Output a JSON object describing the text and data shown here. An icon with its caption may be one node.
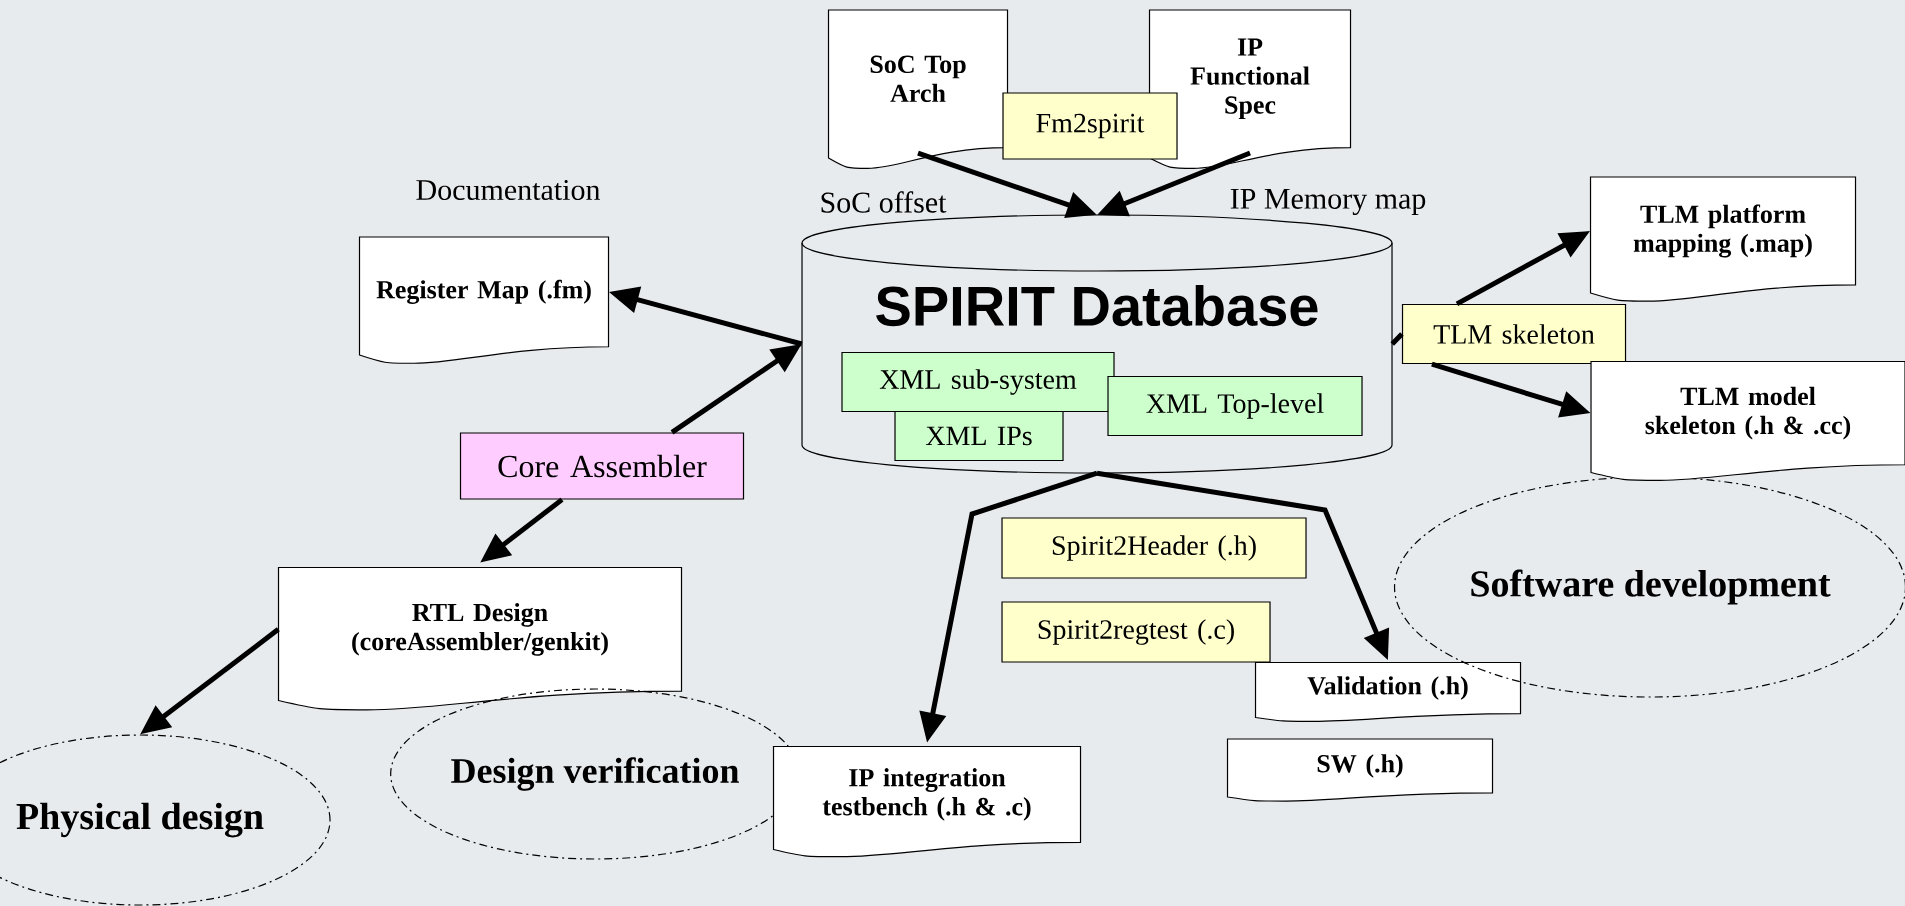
{
  "diagram": {
    "nodes": [
      {
        "text": [
          "SoC Top Arch"
        ]
      },
      {
        "text": [
          "IP Functional Spec"
        ]
      },
      {
        "text": [
          "Fm2spirit"
        ]
      },
      {
        "text": [
          "SPIRIT Database"
        ]
      },
      {
        "text": [
          "XML  sub-system"
        ],
        "in": 3
      },
      {
        "text": [
          "XML  IPs"
        ],
        "in": 3
      },
      {
        "text": [
          "XML  Top-level"
        ],
        "in": 3
      },
      {
        "text": [
          "Register Map (.fm)"
        ]
      },
      {
        "text": [
          "Core Assembler"
        ]
      },
      {
        "text": [
          "RTL Design (coreAssembler/genkit)"
        ]
      },
      {
        "text": [
          "Physical design"
        ]
      },
      {
        "text": [
          "Design verification"
        ]
      },
      {
        "text": [
          "IP integration testbench (.h & .c)"
        ]
      },
      {
        "text": [
          "Spirit2Header (.h)"
        ]
      },
      {
        "text": [
          "Spirit2regtest (.c)"
        ]
      },
      {
        "text": [
          "Validation (.h)"
        ]
      },
      {
        "text": [
          "SW (.h)"
        ]
      },
      {
        "text": [
          "Software development"
        ]
      },
      {
        "text": [
          "TLM skeleton"
        ]
      },
      {
        "text": [
          "TLM platform mapping (.map)"
        ]
      },
      {
        "text": [
          "TLM model skeleton (.h & .cc)"
        ]
      }
    ],
    "edges": [
      {
        "from": 0,
        "to": 3,
        "arrow": "to"
      },
      {
        "from": 1,
        "to": 3,
        "arrow": "to"
      },
      {
        "from": 3,
        "to": 7,
        "arrow": "to"
      },
      {
        "from": 8,
        "to": 3,
        "arrow": "to"
      },
      {
        "from": 8,
        "to": 9,
        "arrow": "to"
      },
      {
        "from": 9,
        "to": 10,
        "arrow": "to"
      },
      {
        "from": 3,
        "to": 12,
        "arrow": "to"
      },
      {
        "from": 3,
        "to": 15,
        "arrow": "to"
      },
      {
        "from": 3,
        "to": 18,
        "arrow": "none"
      },
      {
        "from": 18,
        "to": 19,
        "arrow": "to"
      },
      {
        "from": 18,
        "to": 20,
        "arrow": "to"
      }
    ],
    "labels": [
      "Documentation",
      "SoC offset",
      "IP Memory map"
    ]
  }
}
